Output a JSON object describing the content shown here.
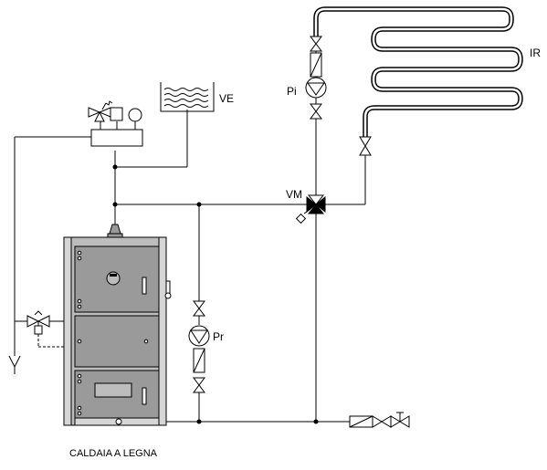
{
  "labels": {
    "ve": "VE",
    "ir": "IR",
    "pi": "Pi",
    "vm": "VM",
    "pr": "Pr"
  },
  "caption": "CALDAIA A LEGNA",
  "colors": {
    "line": "#000000",
    "boiler_body": "#9a9a9a",
    "boiler_frame": "#bdbdbd",
    "pipe_fill": "#ffffff"
  },
  "icons": [
    "safety-valve-icon",
    "gauge-icon",
    "thermometer-icon",
    "pump-icon",
    "check-valve-icon",
    "gate-valve-icon",
    "three-way-valve-icon",
    "drain-funnel-icon",
    "expansion-tank-icon",
    "radiant-coil-icon"
  ]
}
